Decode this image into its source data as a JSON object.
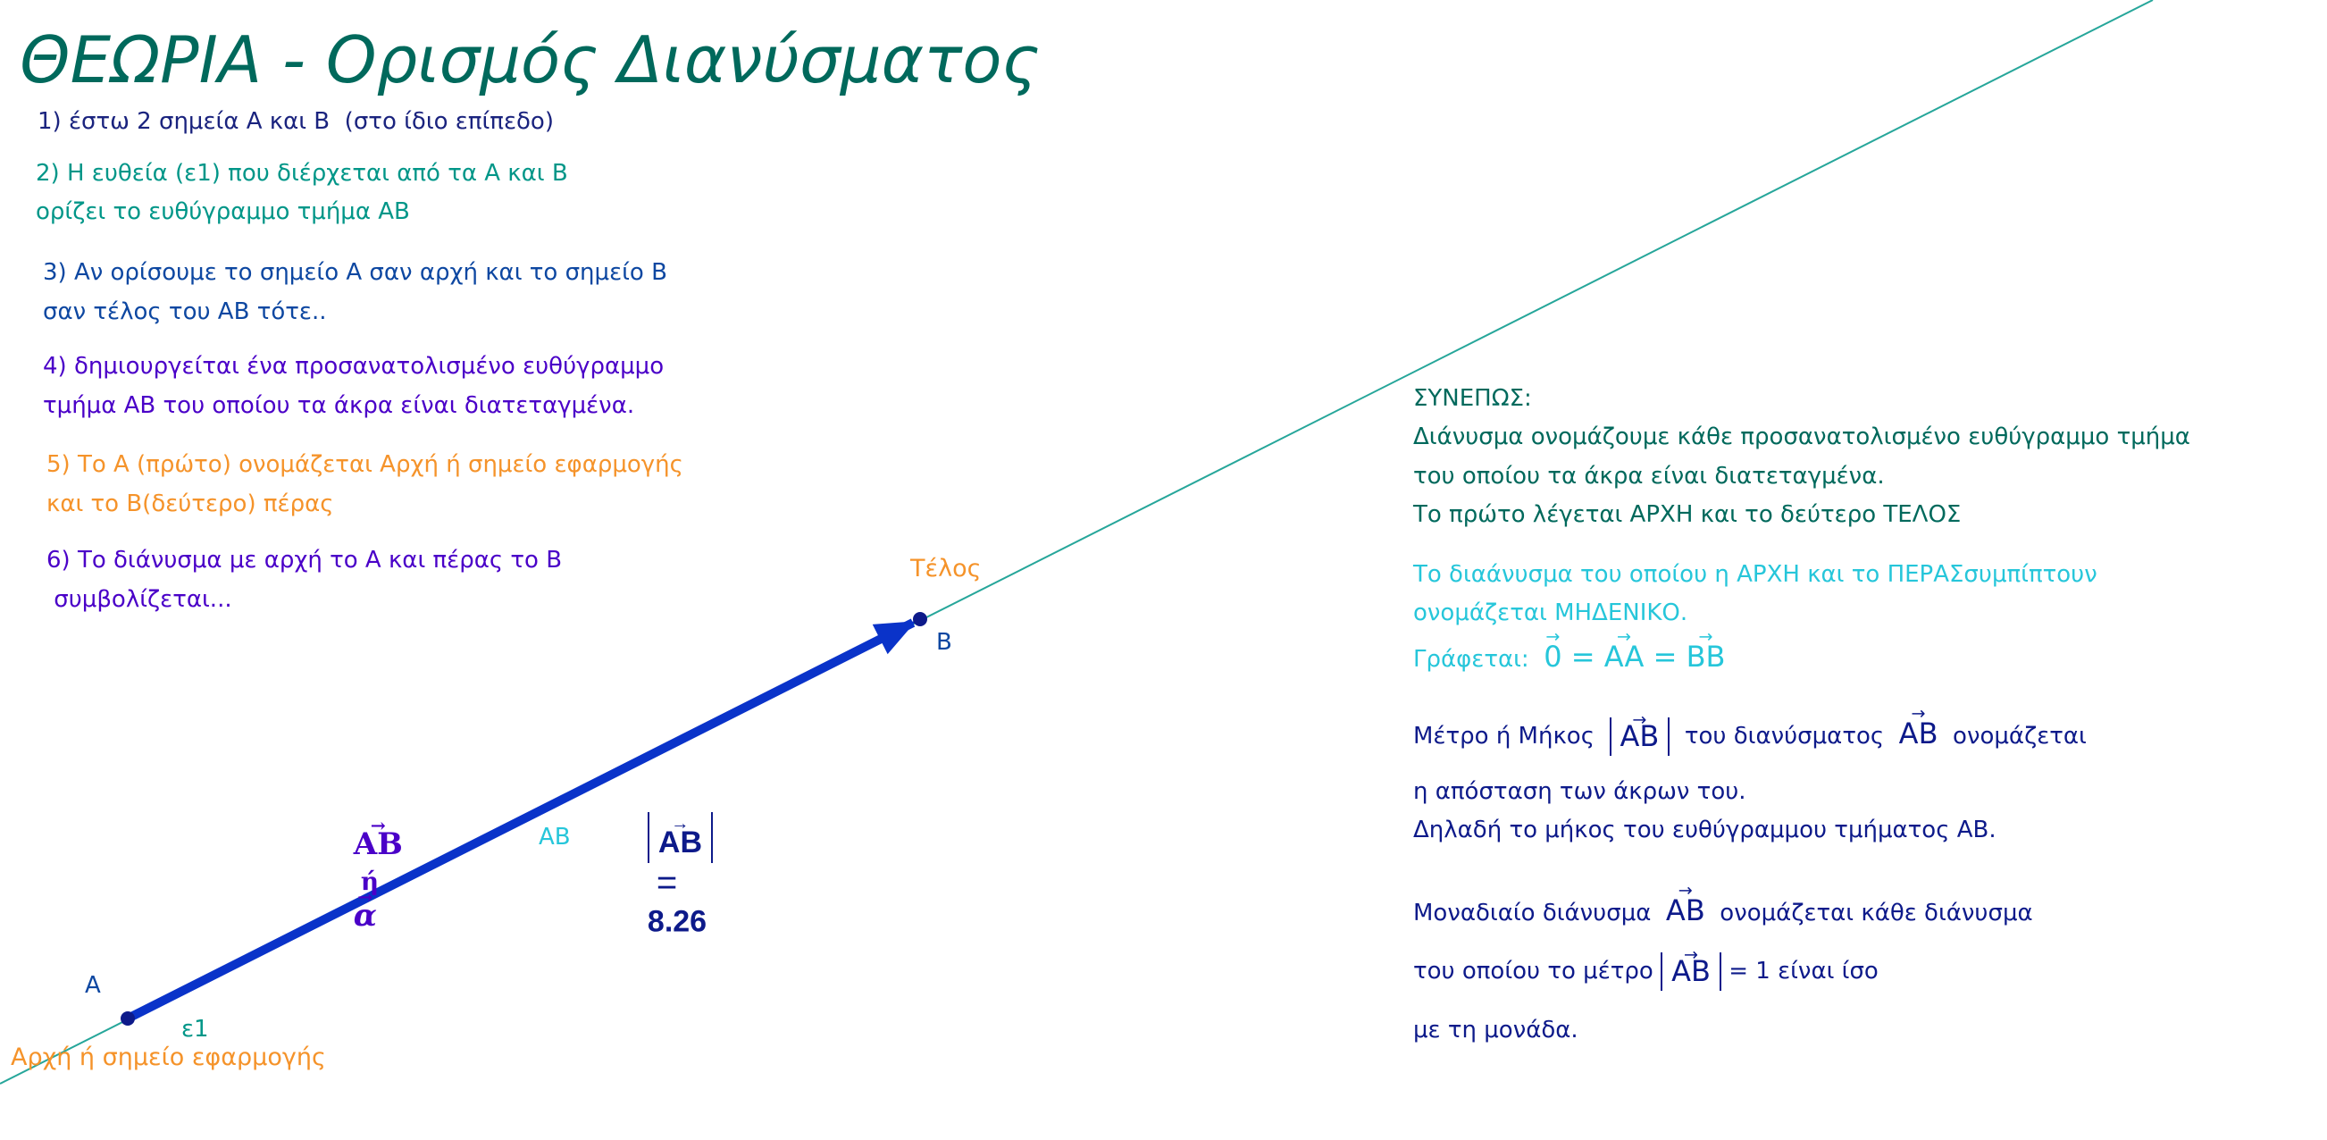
{
  "title": "ΘΕΩΡΙΑ - Ορισμός Διανύσματος",
  "steps": {
    "s1": "1) έστω 2 σημεία Α και Β  (στο ίδιο επίπεδο)",
    "s2a": "2) Η ευθεία (ε1) που διέρχεται από τα Α και Β",
    "s2b": "ορίζει το ευθύγραμμο τμήμα ΑΒ",
    "s3a": "3) Αν ορίσουμε το σημείο Α σαν αρχή και το σημείο Β",
    "s3b": "σαν τέλος του ΑΒ τότε..",
    "s4a": "4) δημιουργείται ένα προσανατολισμένο ευθύγραμμο",
    "s4b": "τμήμα ΑΒ του οποίου τα άκρα είναι διατεταγμένα.",
    "s5a": "5) Το Α (πρώτο) ονομάζεται Αρχή ή σημείο εφαρμογής",
    "s5b": "και το Β(δεύτερο) πέρας",
    "s6a": "6) Το διάνυσμα με αρχή το Α και πέρας το Β",
    "s6b": " συμβολίζεται..."
  },
  "diagram": {
    "point_a": "A",
    "point_b": "B",
    "line_label": "ε1",
    "segment_label": "AB",
    "start_label": "Αρχή ή σημείο εφαρμογής",
    "end_label": "Τέλος",
    "vec_name": "AB",
    "or_word": "ή",
    "alpha": "α",
    "arrow": "→",
    "magnitude_name": "AB",
    "magnitude_eq": "=",
    "magnitude_value": "8.26"
  },
  "summary": {
    "heading": "ΣΥΝΕΠΩΣ:",
    "l1": "Διάνυσμα ονομάζουμε κάθε προσανατολισμένο ευθύγραμμο τμήμα",
    "l2": "του οποίου τα άκρα είναι διατεταγμένα.",
    "l3": "Το πρώτο λέγεται ΑΡΧΗ και το δεύτερο ΤΕΛΟΣ"
  },
  "zero": {
    "l1": "Το διαάνυσμα του οποίου η ΑΡΧΗ και το ΠΕΡΑΣσυμπίπτουν",
    "l2": "ονομάζεται ΜΗΔΕΝΙΚΟ.",
    "written": "Γράφεται:",
    "zero_sym": "0",
    "eq1": " = ",
    "aa": "AA",
    "eq2": " = ",
    "bb": "BB"
  },
  "magnitude": {
    "pre": "Μέτρο ή Μήκος",
    "sym": "AB",
    "mid": "του διανύσματος",
    "vec": "AB",
    "post": "ονομάζεται",
    "l2": "η απόσταση των άκρων του.",
    "l3": "Δηλαδή το μήκος του ευθύγραμμου τμήματος ΑΒ."
  },
  "unit": {
    "pre": "Μοναδιαίο διάνυσμα",
    "vec": "AB",
    "post": "ονομάζεται κάθε διάνυσμα",
    "l2pre": "του οποίου το μέτρο",
    "sym": "AB",
    "l2post": "= 1 είναι ίσο",
    "l3": "με τη μονάδα."
  },
  "colors": {
    "title": "#00695c",
    "line": "#26a69a",
    "vector": "#0a33c9",
    "point": "#0d1a8a",
    "orange": "#f5932a",
    "cyan": "#26c6da"
  }
}
